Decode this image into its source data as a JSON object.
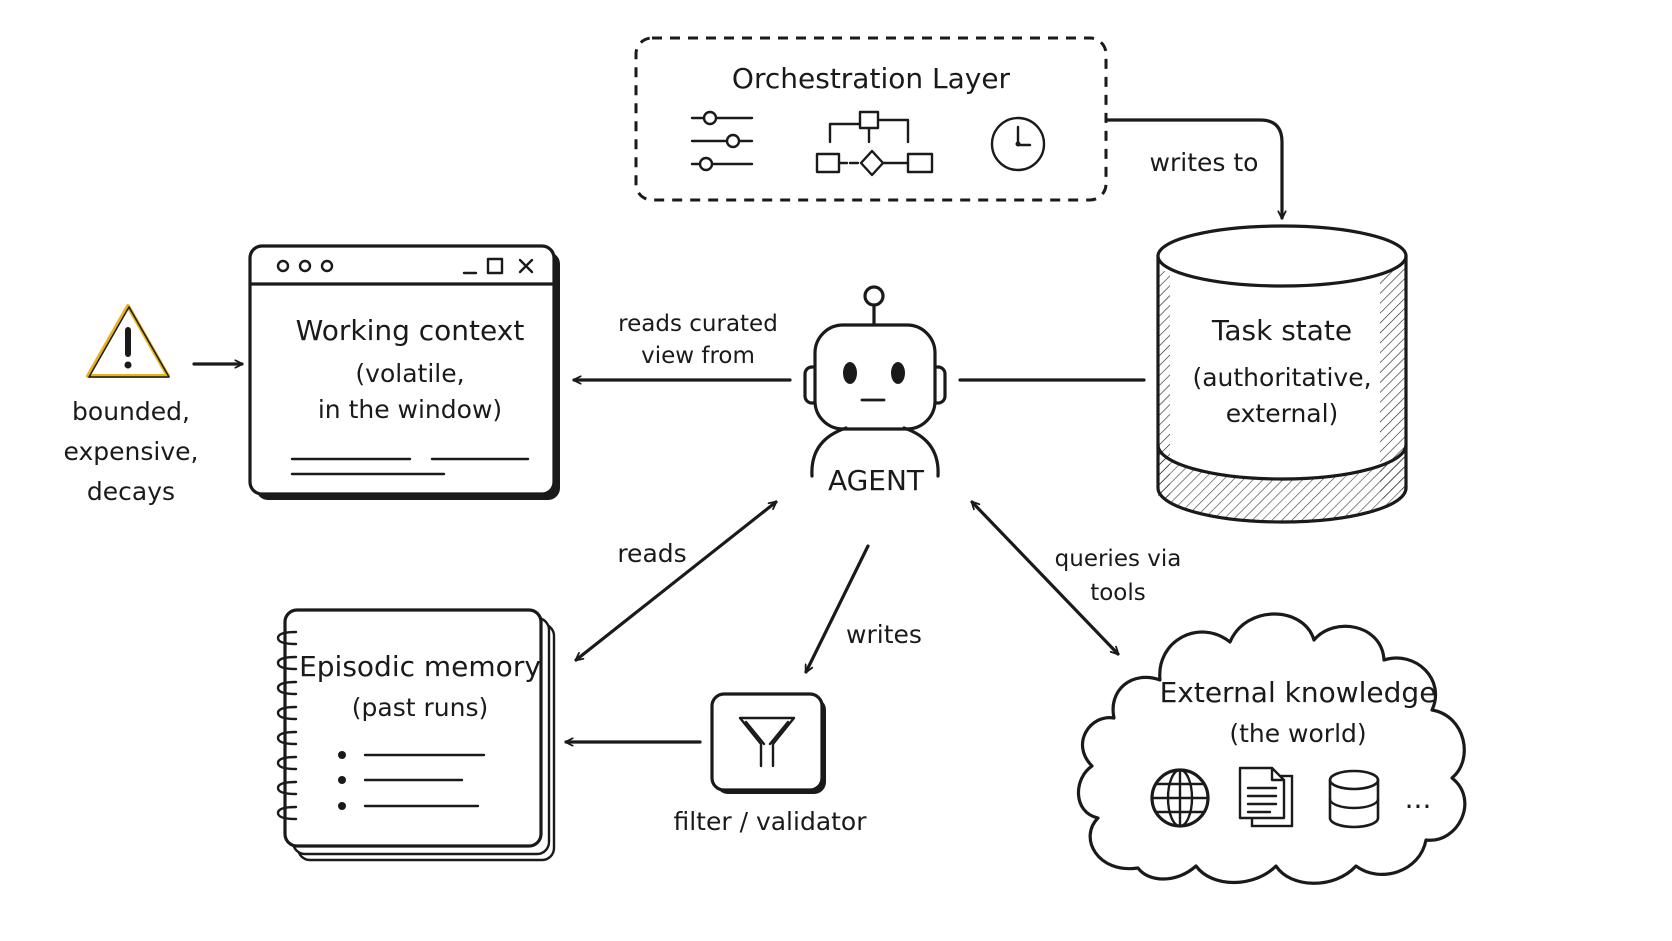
{
  "orchestration": {
    "title": "Orchestration Layer",
    "icons": [
      "sliders-icon",
      "workflow-icon",
      "clock-icon"
    ]
  },
  "working_context": {
    "title": "Working context",
    "line1": "(volatile,",
    "line2": "in the window)"
  },
  "warning": {
    "icon": "warning-icon",
    "accent": "#E8B21A",
    "line1": "bounded,",
    "line2": "expensive,",
    "line3": "decays"
  },
  "agent": {
    "label": "AGENT",
    "icon": "robot-icon"
  },
  "task_state": {
    "title": "Task state",
    "line1": "(authoritative,",
    "line2": "external)"
  },
  "episodic_memory": {
    "title": "Episodic memory",
    "line1": "(past runs)"
  },
  "filter": {
    "label": "filter / validator",
    "icon": "funnel-icon"
  },
  "external_knowledge": {
    "title": "External knowledge",
    "line1": "(the world)",
    "icons": [
      "globe-icon",
      "documents-icon",
      "database-icon"
    ],
    "more": "..."
  },
  "edges": {
    "writes_to": "writes to",
    "reads_curated_1": "reads curated",
    "reads_curated_2": "view from",
    "reads": "reads",
    "writes": "writes",
    "queries_1": "queries via",
    "queries_2": "tools"
  }
}
